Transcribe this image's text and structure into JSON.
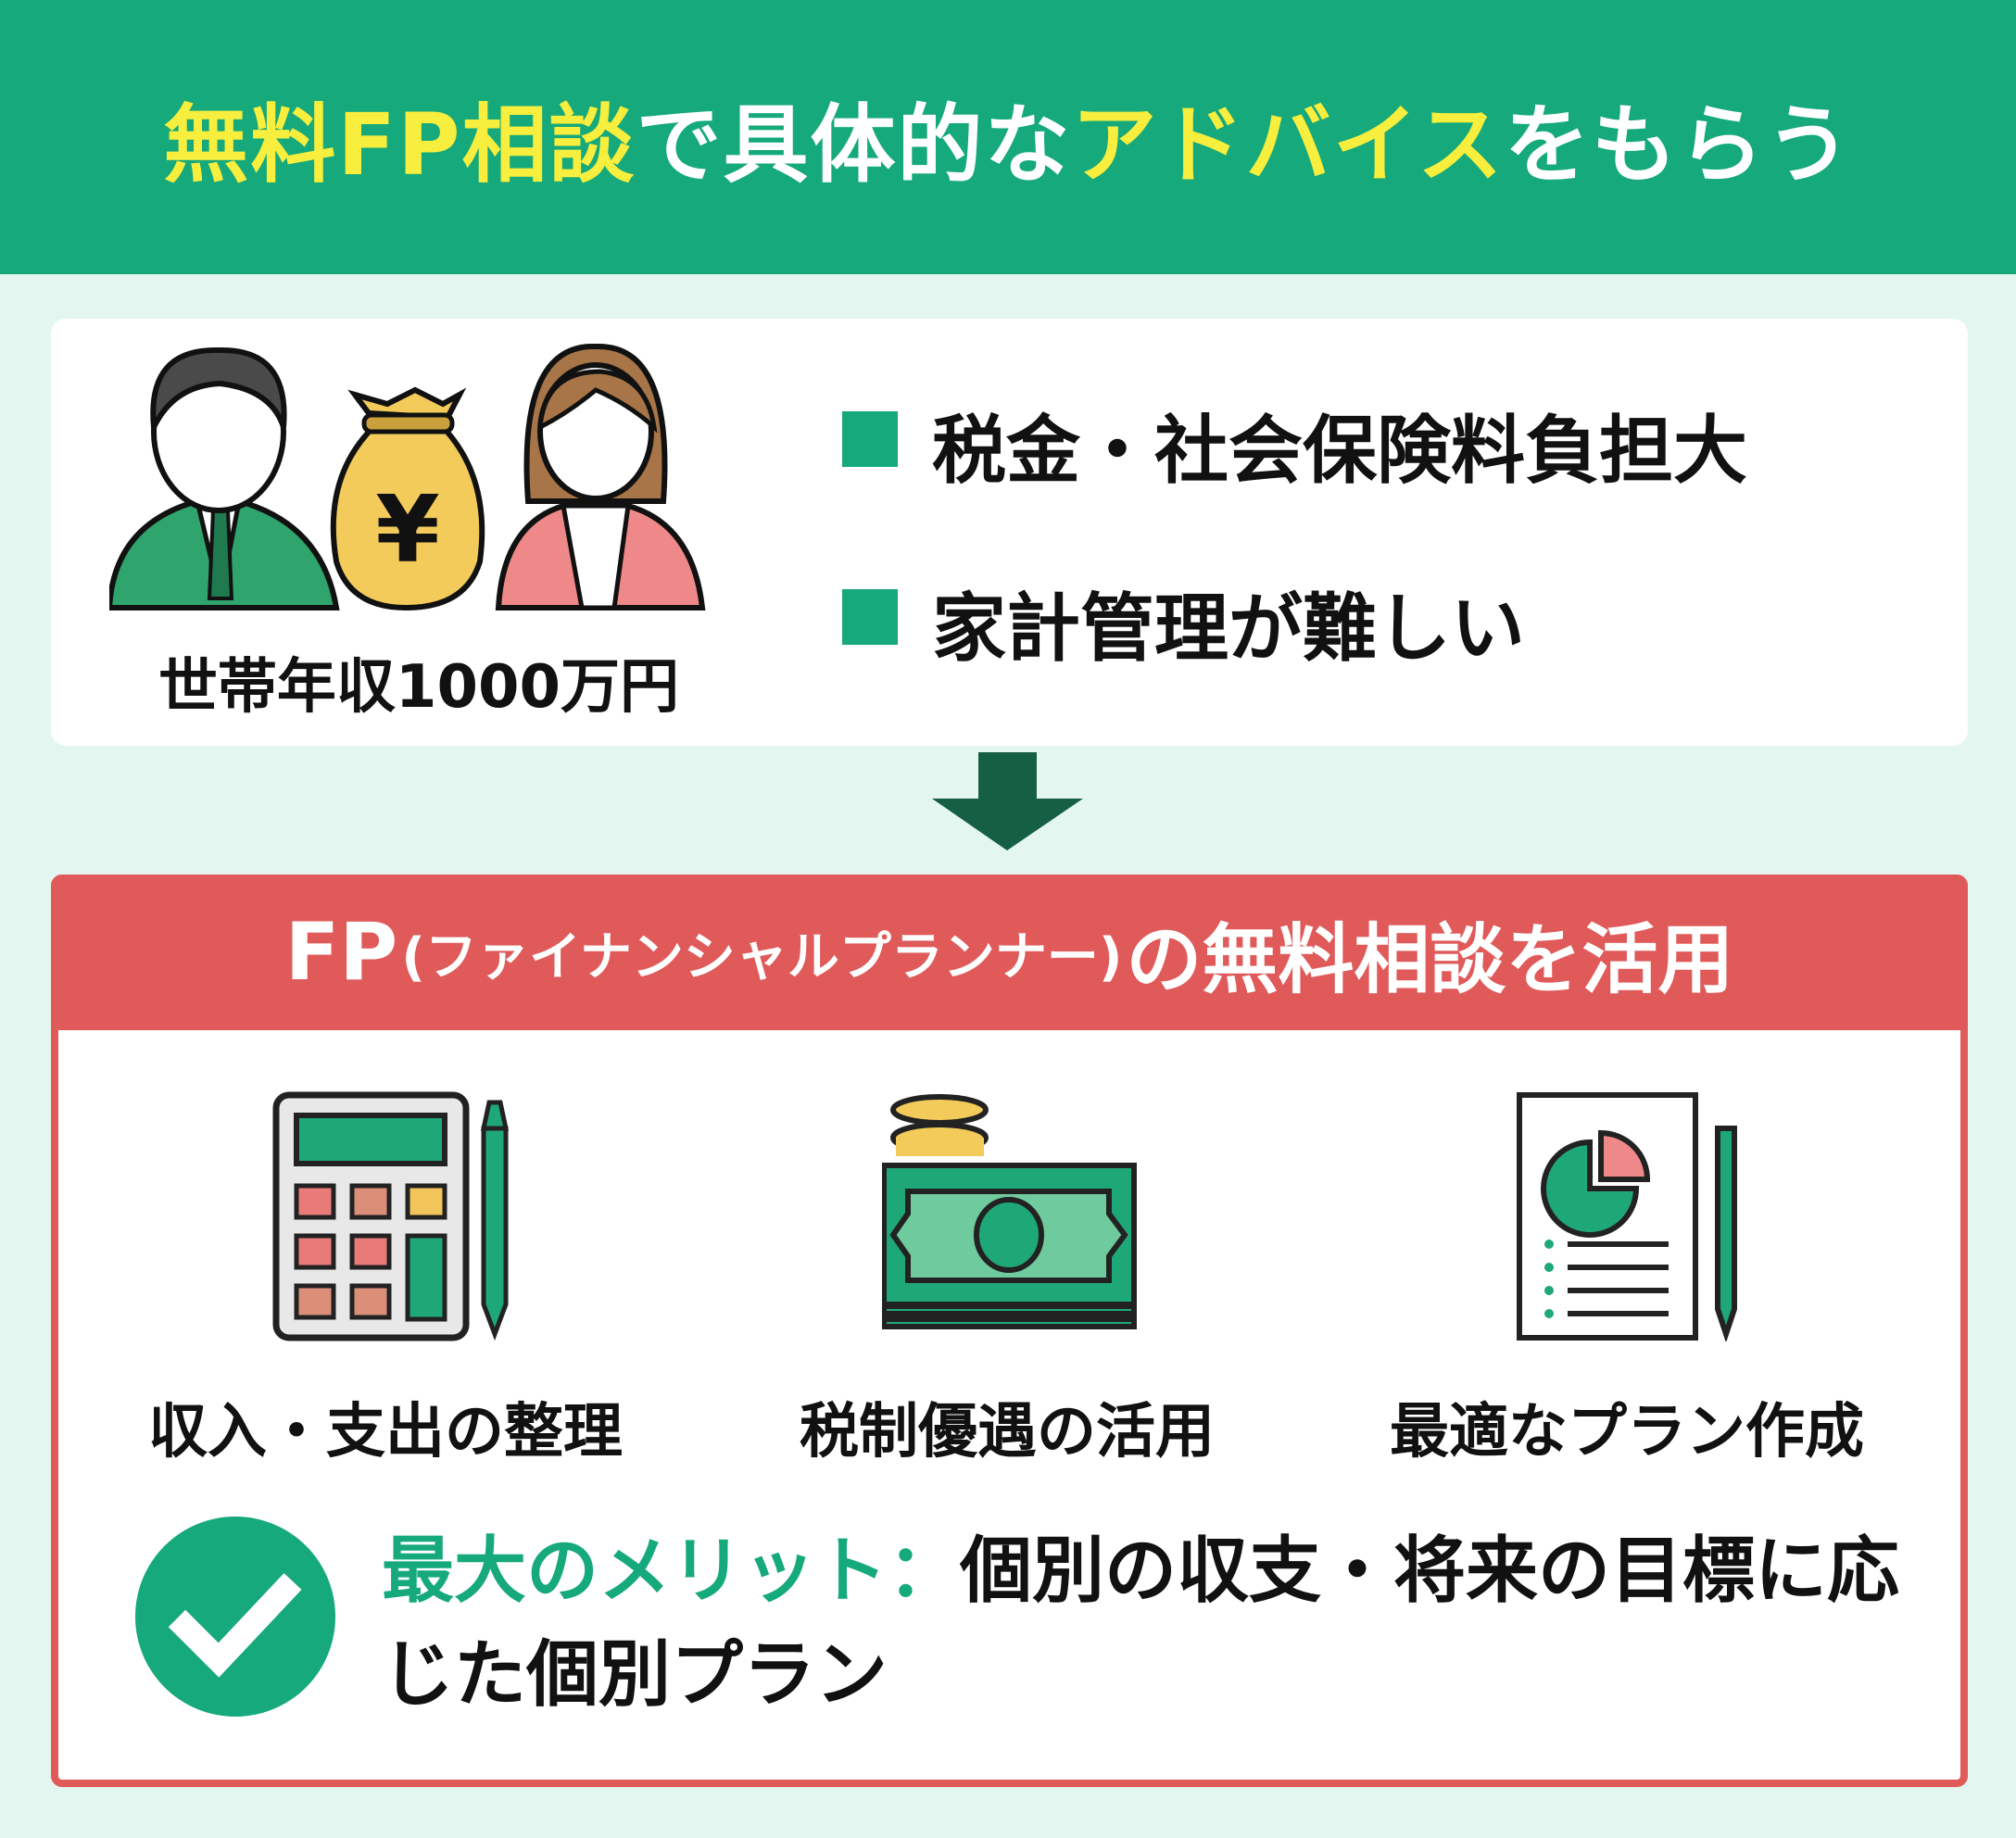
{
  "header": {
    "title_parts": [
      "無料FP相談",
      "で具体的な",
      "アドバイス",
      "をもらう"
    ]
  },
  "household": {
    "income_label": "世帯年収1000万円",
    "yen_symbol": "¥"
  },
  "problems": [
    {
      "text": "税金・社会保険料負担大"
    },
    {
      "text": "家計管理が難しい"
    }
  ],
  "solution": {
    "title_main": "FP",
    "title_paren": "(ファイナンシャルプランナー)",
    "title_rest": "の無料相談を活用"
  },
  "benefits": [
    {
      "label": "収入・支出の整理",
      "icon": "calculator-icon"
    },
    {
      "label": "税制優遇の活用",
      "icon": "money-icon"
    },
    {
      "label": "最適なプラン作成",
      "icon": "plan-document-icon"
    }
  ],
  "merit": {
    "highlight": "最大のメリット：",
    "text": "個別の収支・将来の目標に応じた個別プラン"
  },
  "colors": {
    "green": "#15a97b",
    "red": "#e05a5a",
    "dark_green": "#155f45",
    "yellow": "#f7ee3e"
  }
}
